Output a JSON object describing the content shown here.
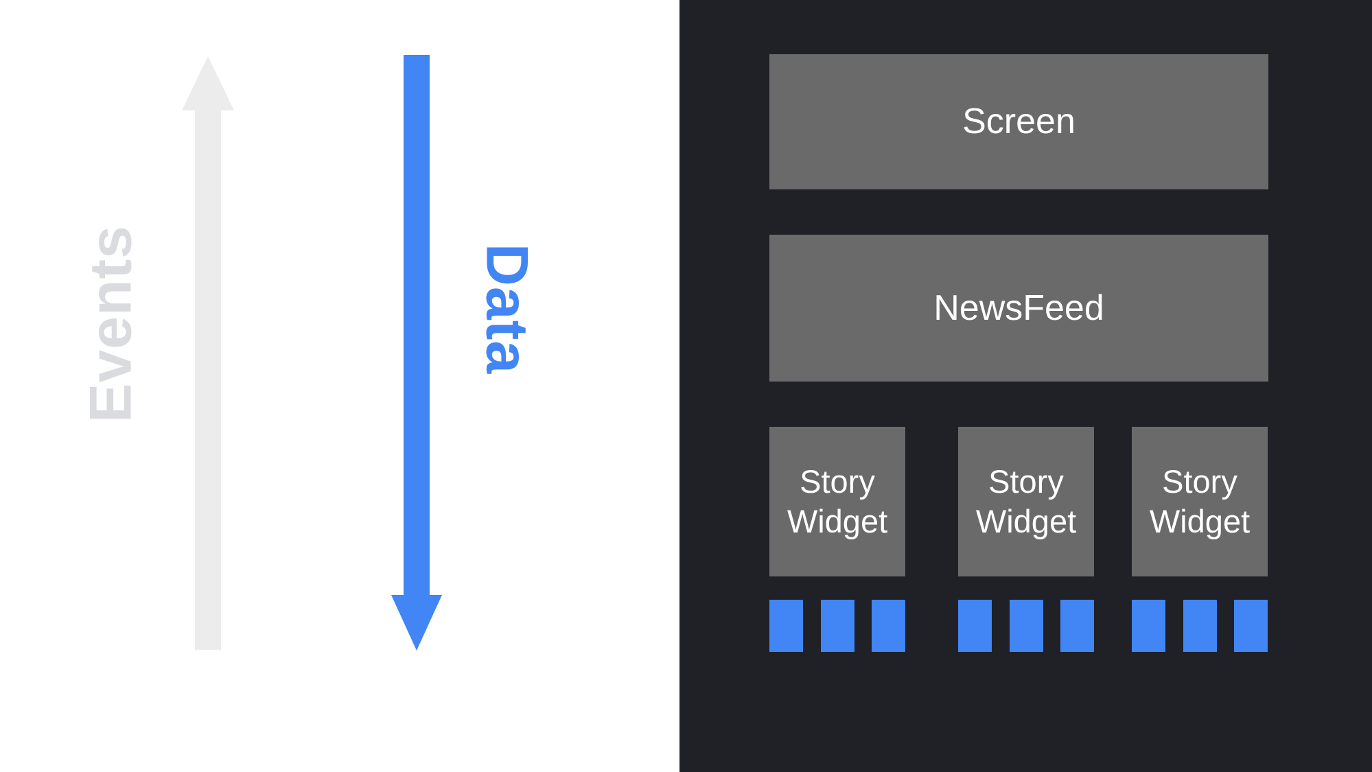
{
  "colors": {
    "bg_left": "#ffffff",
    "bg_right": "#1f2126",
    "box_gray": "#6a6a6a",
    "accent_blue": "#4285f4",
    "arrow_gray": "#ececec",
    "muted_label": "#d9dbde",
    "box_text": "#ffffff"
  },
  "labels": {
    "events": "Events",
    "data": "Data"
  },
  "tree": {
    "screen_label": "Screen",
    "newsfeed_label": "NewsFeed",
    "story_widgets": [
      {
        "label": "Story Widget"
      },
      {
        "label": "Story Widget"
      },
      {
        "label": "Story Widget"
      }
    ],
    "tiles_per_story_widget": 3
  }
}
